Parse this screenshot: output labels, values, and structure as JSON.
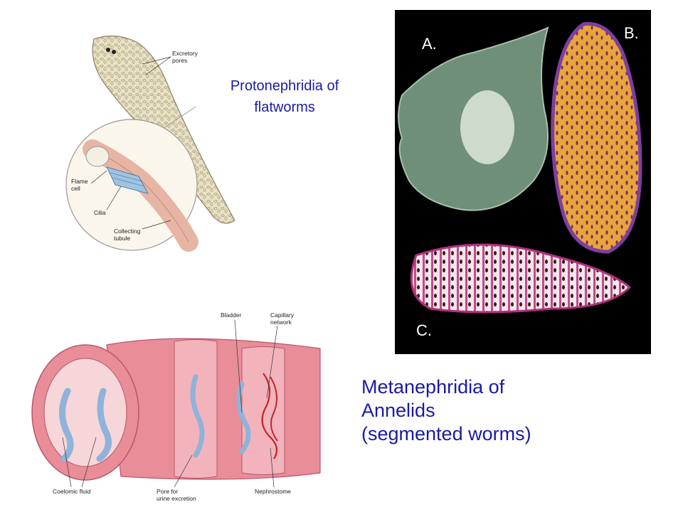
{
  "captions": {
    "protonephridia": [
      "Protonephridia of",
      "flatworms"
    ],
    "metanephridia": [
      "Metanephridia of",
      "Annelids",
      "(segmented worms)"
    ]
  },
  "flatworm_diagram": {
    "labels": {
      "excretory_pores": [
        "Excretory",
        "pores"
      ],
      "flame_cell": [
        "Flame",
        "cell"
      ],
      "cilia": "Cilia",
      "collecting_tubule": [
        "Collecting",
        "tubule"
      ]
    }
  },
  "annelid_diagram": {
    "labels": {
      "bladder": "Bladder",
      "capillary_network": [
        "Capillary",
        "network"
      ],
      "coelomic_fluid": "Coelomic fluid",
      "pore": [
        "Pore for",
        "urine excretion"
      ],
      "nephrostome": "Nephrostome"
    }
  },
  "photo": {
    "letters": {
      "a": "A.",
      "b": "B.",
      "c": "C."
    }
  },
  "colors": {
    "caption_blue": "#1a1aa6",
    "worm_body_pink": "#e98d98",
    "flatworm_tan": "#e8dfc0",
    "photo_bg": "#000000"
  }
}
